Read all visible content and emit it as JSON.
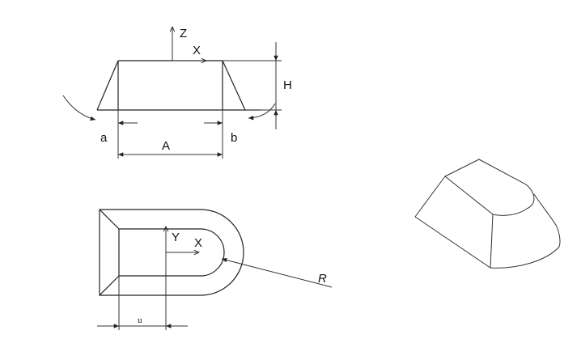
{
  "front_view": {
    "axis_z": "Z",
    "axis_x": "X",
    "dim_height": "H",
    "dim_width": "A",
    "angle_left": "a",
    "angle_right": "b"
  },
  "top_view": {
    "axis_y": "Y",
    "axis_x": "X",
    "dim_radius": "R",
    "dim_offset": "u"
  }
}
